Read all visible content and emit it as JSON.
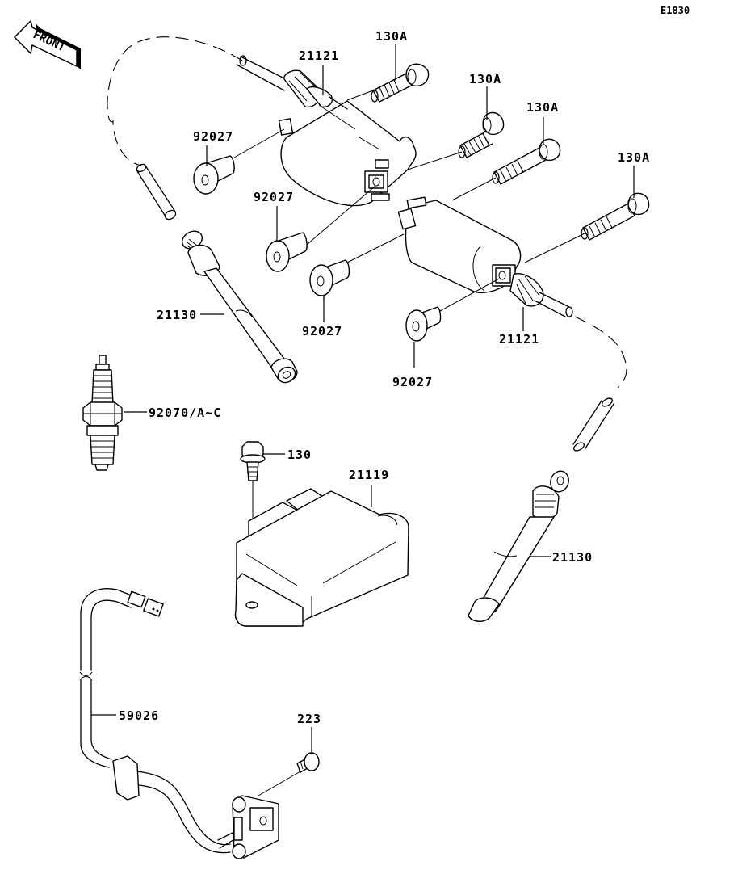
{
  "diagram": {
    "reference_code": "E1830",
    "front_indicator": "FRONT",
    "callouts": [
      {
        "id": "c-130a-1",
        "part": "130A",
        "component": "flange-bolt"
      },
      {
        "id": "c-130a-2",
        "part": "130A",
        "component": "flange-bolt"
      },
      {
        "id": "c-130a-3",
        "part": "130A",
        "component": "flange-bolt"
      },
      {
        "id": "c-130a-4",
        "part": "130A",
        "component": "flange-bolt"
      },
      {
        "id": "c-21121-1",
        "part": "21121",
        "component": "ignition-coil"
      },
      {
        "id": "c-21121-2",
        "part": "21121",
        "component": "ignition-coil"
      },
      {
        "id": "c-92027-1",
        "part": "92027",
        "component": "collar"
      },
      {
        "id": "c-92027-2",
        "part": "92027",
        "component": "collar"
      },
      {
        "id": "c-92027-3",
        "part": "92027",
        "component": "collar"
      },
      {
        "id": "c-92027-4",
        "part": "92027",
        "component": "collar"
      },
      {
        "id": "c-21130-1",
        "part": "21130",
        "component": "spark-plug-cap"
      },
      {
        "id": "c-21130-2",
        "part": "21130",
        "component": "spark-plug-cap"
      },
      {
        "id": "c-92070",
        "part": "92070/A~C",
        "component": "spark-plug"
      },
      {
        "id": "c-130",
        "part": "130",
        "component": "flange-bolt"
      },
      {
        "id": "c-21119",
        "part": "21119",
        "component": "igniter"
      },
      {
        "id": "c-59026",
        "part": "59026",
        "component": "pickup-coil"
      },
      {
        "id": "c-223",
        "part": "223",
        "component": "screw"
      }
    ]
  }
}
